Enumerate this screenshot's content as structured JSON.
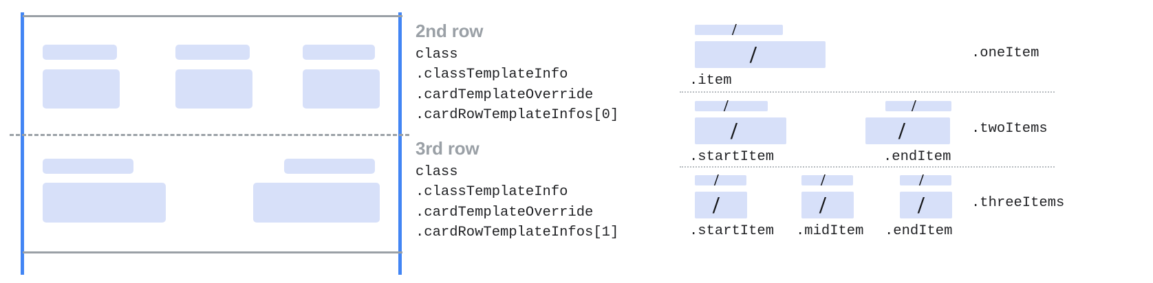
{
  "colors": {
    "placeholder_blue": "#d7e0f9",
    "accent_blue": "#4285f4",
    "rule_gray": "#9aa0a6",
    "dotted_gray": "#b6bbbf",
    "text_dark": "#202124"
  },
  "left_diagram": {
    "name": "card-rows-layout-preview",
    "vertical_guides": 2,
    "horizontal_rules": 2,
    "dashed_row_divider": true,
    "rows": [
      {
        "name": "second-row",
        "columns": [
          {
            "label_bar": true,
            "content_box": true
          },
          {
            "label_bar": true,
            "content_box": true
          },
          {
            "label_bar": true,
            "content_box": true
          }
        ]
      },
      {
        "name": "third-row",
        "columns": [
          {
            "label_bar": true,
            "content_box": true
          },
          {
            "label_bar": true,
            "content_box": true
          }
        ]
      }
    ]
  },
  "text_blocks": [
    {
      "title": "2nd row",
      "code": "class\n.classTemplateInfo\n.cardTemplateOverride\n.cardRowTemplateInfos[0]"
    },
    {
      "title": "3rd row",
      "code": "class\n.classTemplateInfo\n.cardTemplateOverride\n.cardRowTemplateInfos[1]"
    }
  ],
  "right_diagram": {
    "name": "row-item-variants",
    "slash_glyph": "/",
    "sections": [
      {
        "section_label": ".oneItem",
        "cells": [
          {
            "label": ".item"
          }
        ]
      },
      {
        "section_label": ".twoItems",
        "cells": [
          {
            "label": ".startItem"
          },
          {
            "label": ".endItem"
          }
        ]
      },
      {
        "section_label": ".threeItems",
        "cells": [
          {
            "label": ".startItem"
          },
          {
            "label": ".midItem"
          },
          {
            "label": ".endItem"
          }
        ]
      }
    ]
  }
}
